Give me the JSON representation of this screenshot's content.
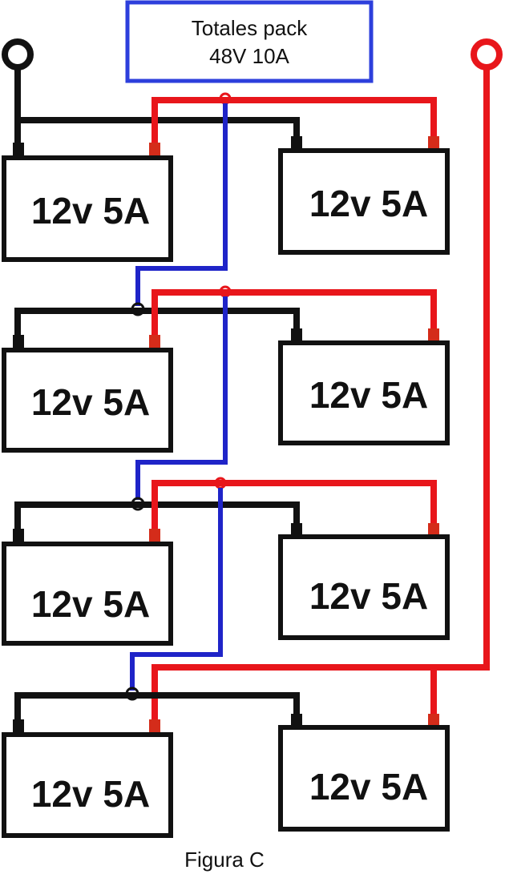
{
  "header": {
    "line1": "Totales pack",
    "line2": "48V  10A"
  },
  "batteries": [
    {
      "label": "12v 5A"
    },
    {
      "label": "12v 5A"
    },
    {
      "label": "12v 5A"
    },
    {
      "label": "12v 5A"
    },
    {
      "label": "12v 5A"
    },
    {
      "label": "12v 5A"
    },
    {
      "label": "12v 5A"
    },
    {
      "label": "12v 5A"
    }
  ],
  "caption": "Figura C",
  "colors": {
    "negative_wire": "#111111",
    "positive_wire": "#e8161b",
    "series_link": "#1f24c8",
    "terminal_positive": "#d42c1a",
    "header_border": "#2d3fdc"
  }
}
